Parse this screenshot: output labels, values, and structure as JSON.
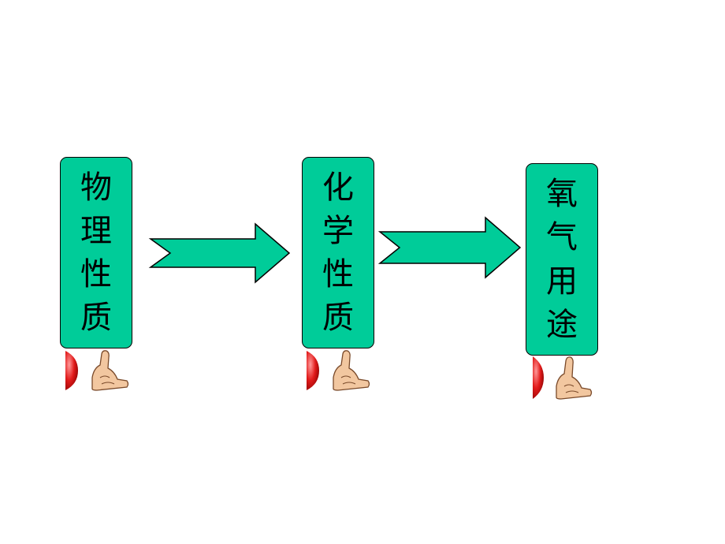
{
  "boxes": [
    {
      "chars": [
        "物",
        "理",
        "性",
        "质"
      ]
    },
    {
      "chars": [
        "化",
        "学",
        "性",
        "质"
      ]
    },
    {
      "chars": [
        "氧",
        "气",
        "用",
        "途"
      ]
    }
  ],
  "colors": {
    "box_fill": "#00cc99",
    "arrow_fill": "#00cc99",
    "outline": "#000000",
    "background": "#ffffff"
  },
  "icons": [
    "hand-pointer-icon",
    "hand-pointer-icon",
    "hand-pointer-icon"
  ]
}
